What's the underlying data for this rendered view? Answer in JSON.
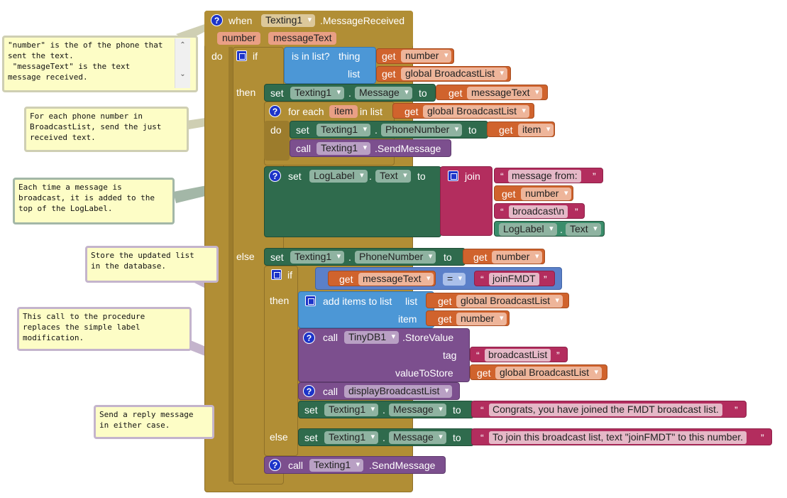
{
  "event": {
    "when": "when",
    "component": "Texting1",
    "event_name": ".MessageReceived",
    "param1": "number",
    "param2": "messageText",
    "do": "do"
  },
  "comments": {
    "c1": "\"number\" is the of the phone that\nsent the text.\n \"messageText\" is the text\nmessage received.",
    "c2": "For each phone number in\nBroadcastList, send the just\nreceived text.",
    "c3": "Each time a message is\nbroadcast, it is added to the\ntop of the LogLabel.",
    "c4": "Store the updated list\nin the database.",
    "c5": "This call to the procedure\nreplaces the simple label\nmodification.",
    "c6": "Send a reply message\nin either case."
  },
  "if1": {
    "if": "if",
    "is_in_list": "is in list?",
    "thing": "thing",
    "list": "list",
    "get": "get",
    "number": "number",
    "global_list": "global BroadcastList",
    "then": "then",
    "else": "else"
  },
  "set_message": {
    "set": "set",
    "comp": "Texting1",
    "dot": ".",
    "prop": "Message",
    "to": "to",
    "get": "get",
    "var": "messageText"
  },
  "foreach": {
    "label": "for each",
    "item": "item",
    "in_list": "in list",
    "get": "get",
    "list": "global BroadcastList",
    "do": "do"
  },
  "set_phone_item": {
    "set": "set",
    "comp": "Texting1",
    "dot": ".",
    "prop": "PhoneNumber",
    "to": "to",
    "get": "get",
    "var": "item"
  },
  "call_send_inner": {
    "call": "call",
    "comp": "Texting1",
    "method": ".SendMessage"
  },
  "set_log": {
    "set": "set",
    "comp": "LogLabel",
    "dot": ".",
    "prop": "Text",
    "to": "to",
    "join": "join",
    "s1": "message from: ",
    "get": "get",
    "var": "number",
    "s2": "broadcast\\n",
    "comp2": "LogLabel",
    "prop2": "Text"
  },
  "set_phone_number": {
    "set": "set",
    "comp": "Texting1",
    "dot": ".",
    "prop": "PhoneNumber",
    "to": "to",
    "get": "get",
    "var": "number"
  },
  "if2": {
    "if": "if",
    "get": "get",
    "var": "messageText",
    "op": "=",
    "str": "joinFMDT",
    "then": "then",
    "else": "else"
  },
  "add_items": {
    "label": "add items to list",
    "list": "list",
    "get": "get",
    "glist": "global BroadcastList",
    "item": "item",
    "var": "number"
  },
  "store": {
    "call": "call",
    "comp": "TinyDB1",
    "method": ".StoreValue",
    "tag": "tag",
    "tag_str": "broadcastList",
    "value": "valueToStore",
    "get": "get",
    "glist": "global BroadcastList"
  },
  "call_proc": {
    "call": "call",
    "name": "displayBroadcastList"
  },
  "set_congrats": {
    "set": "set",
    "comp": "Texting1",
    "dot": ".",
    "prop": "Message",
    "to": "to",
    "str": "Congrats, you have joined the FMDT broadcast list."
  },
  "set_join_msg": {
    "set": "set",
    "comp": "Texting1",
    "dot": ".",
    "prop": "Message",
    "to": "to",
    "str": "To join this broadcast list, text \"joinFMDT\" to this number."
  },
  "call_send_outer": {
    "call": "call",
    "comp": "Texting1",
    "method": ".SendMessage"
  },
  "q": "?",
  "quote_l": "“",
  "quote_r": "”"
}
